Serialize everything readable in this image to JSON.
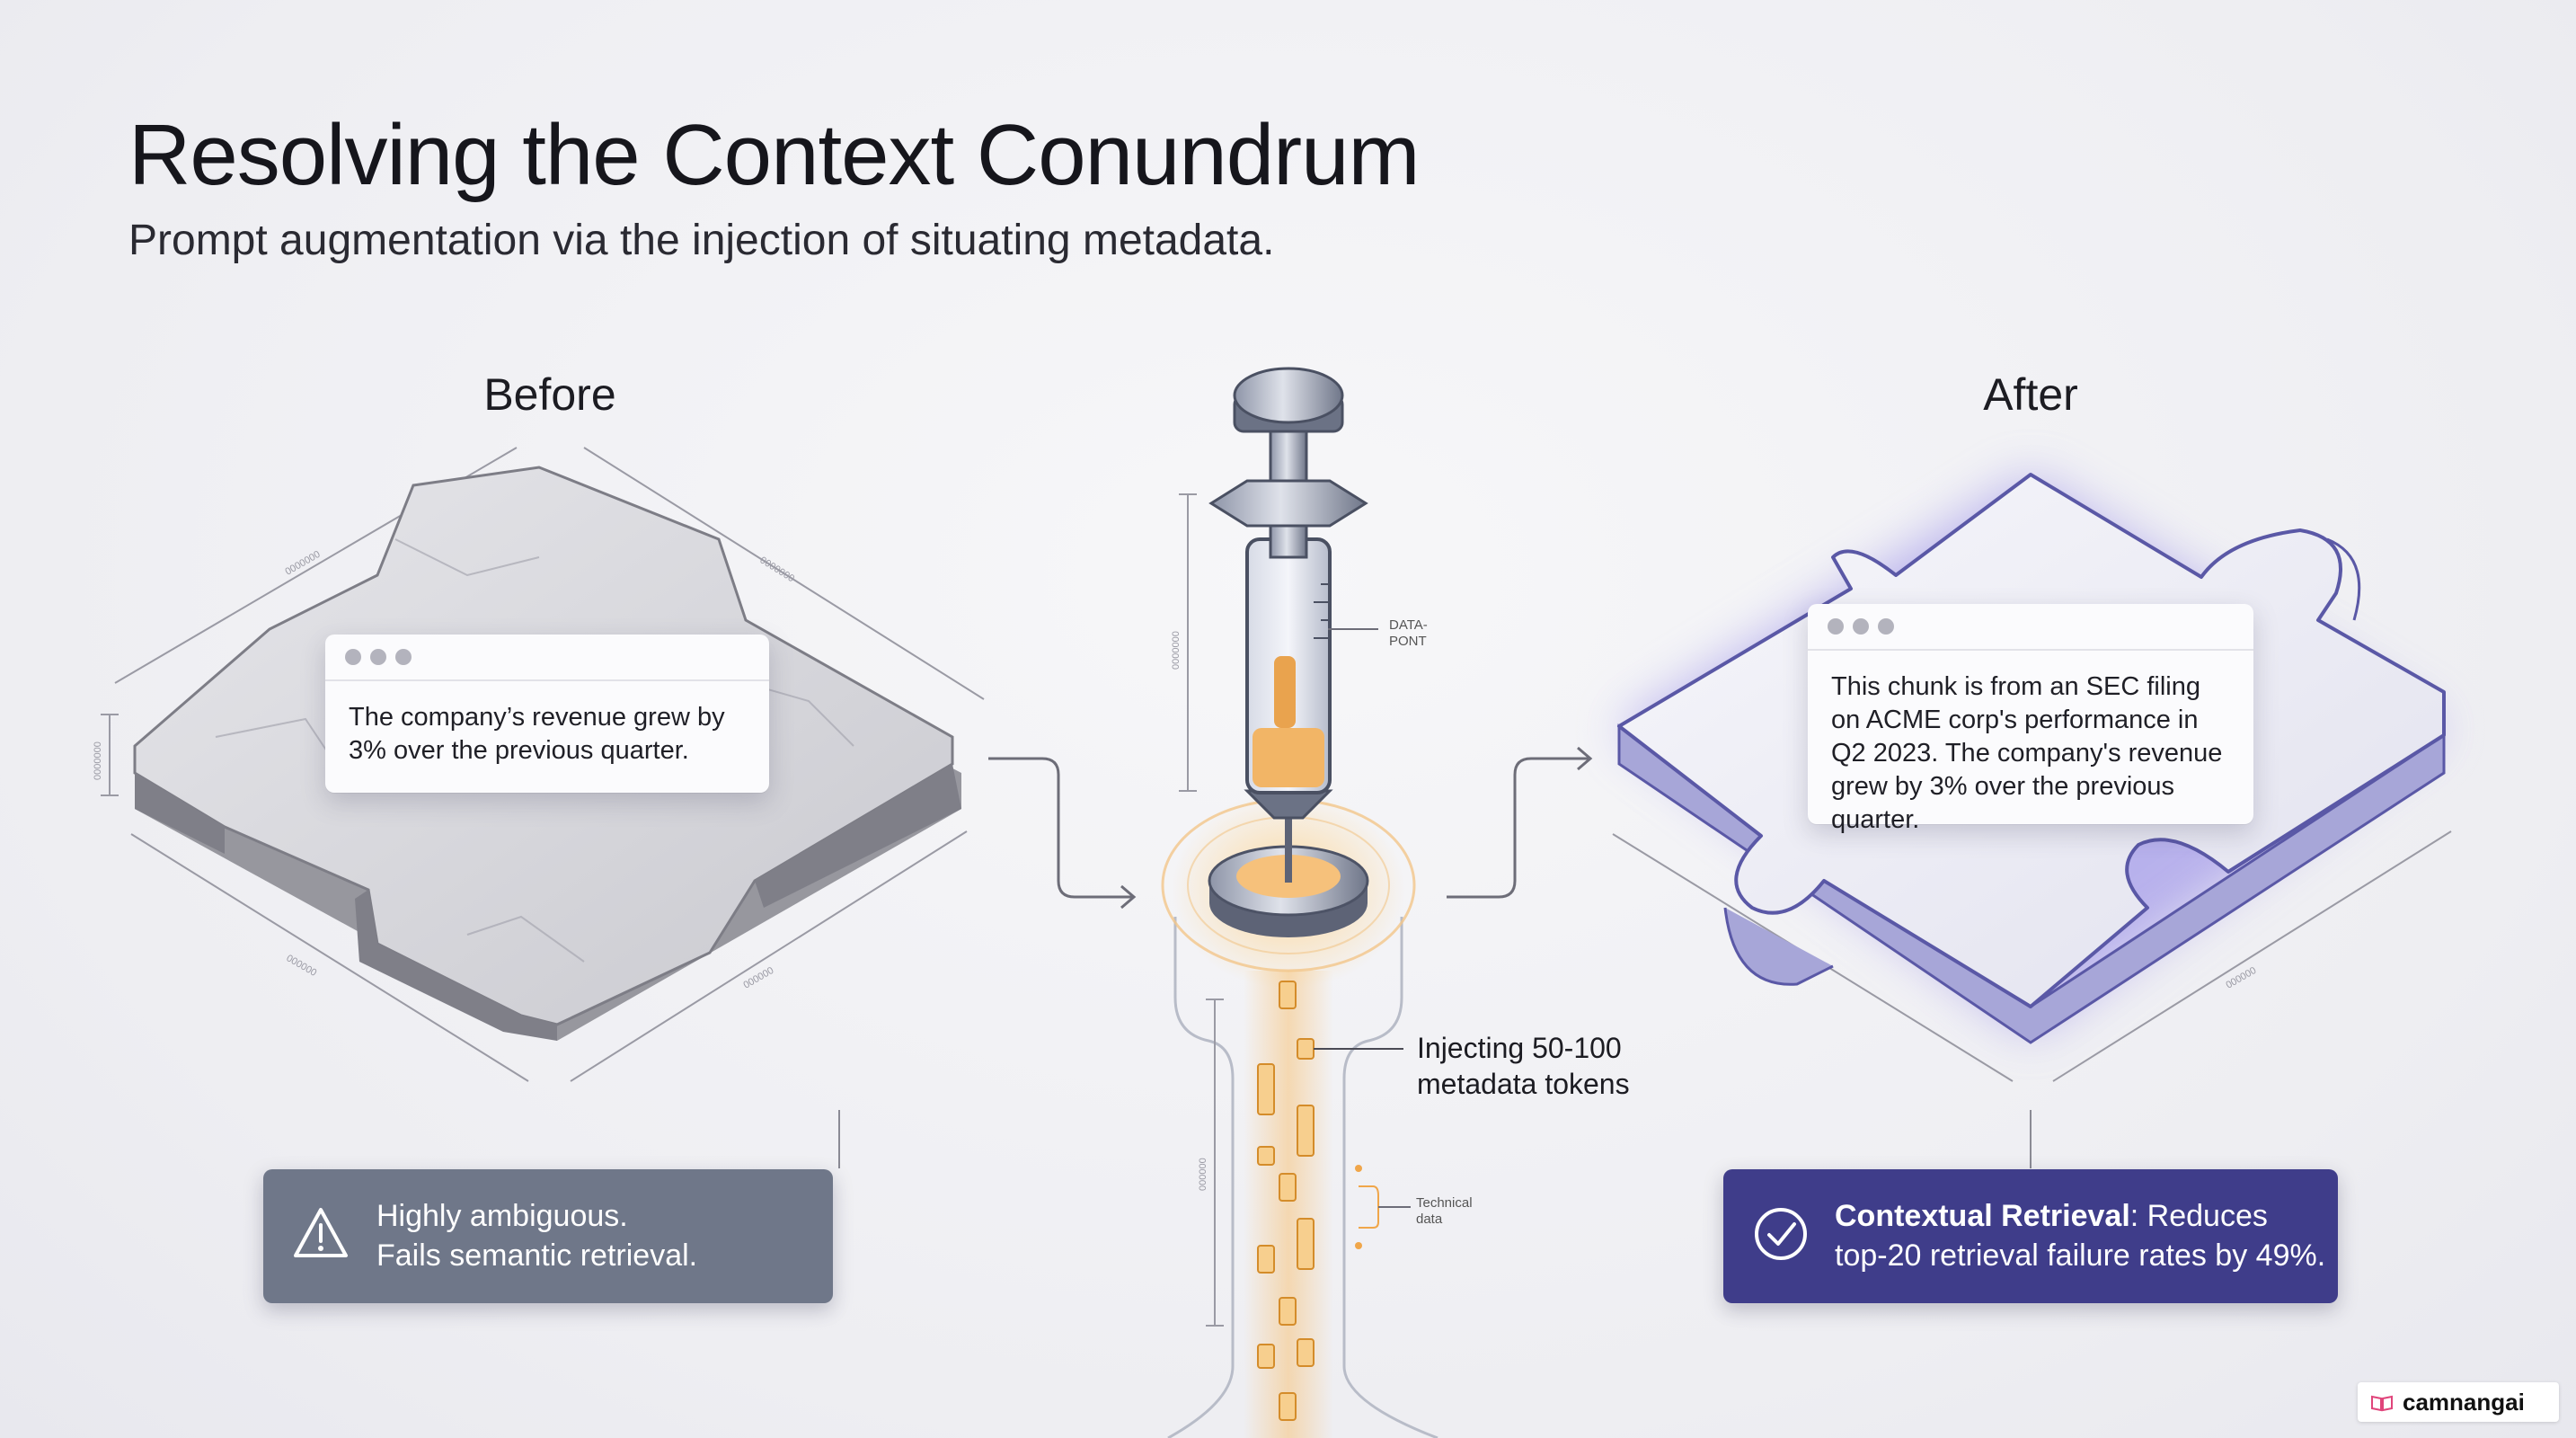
{
  "header": {
    "title": "Resolving the Context Conundrum",
    "subtitle": "Prompt augmentation via the injection of situating metadata."
  },
  "before": {
    "label": "Before",
    "chunk_text": "The company’s revenue grew by 3% over the previous quarter.",
    "status_line1": "Highly ambiguous.",
    "status_line2": "Fails semantic retrieval.",
    "status_icon": "warning-icon",
    "status_color": "#6f7789"
  },
  "injection": {
    "main_label_line1": "Injecting 50-100",
    "main_label_line2": "metadata tokens",
    "datapoint_label_line1": "DATA-",
    "datapoint_label_line2": "PONT",
    "technical_label_line1": "Technical",
    "technical_label_line2": "data",
    "accent_color": "#f0a64a"
  },
  "after": {
    "label": "After",
    "chunk_text": "This chunk is from an SEC filing on ACME corp's performance in Q2 2023. The company's revenue grew by 3% over the previous quarter.",
    "status_bold": "Contextual Retrieval",
    "status_rest": ": Reduces",
    "status_line2": "top-20 retrieval failure rates by 49%.",
    "status_icon": "check-circle-icon",
    "status_color": "#3f3d8a",
    "glow_color": "#7b70d8"
  },
  "watermark": {
    "text": "camnangai",
    "icon": "book-icon"
  }
}
